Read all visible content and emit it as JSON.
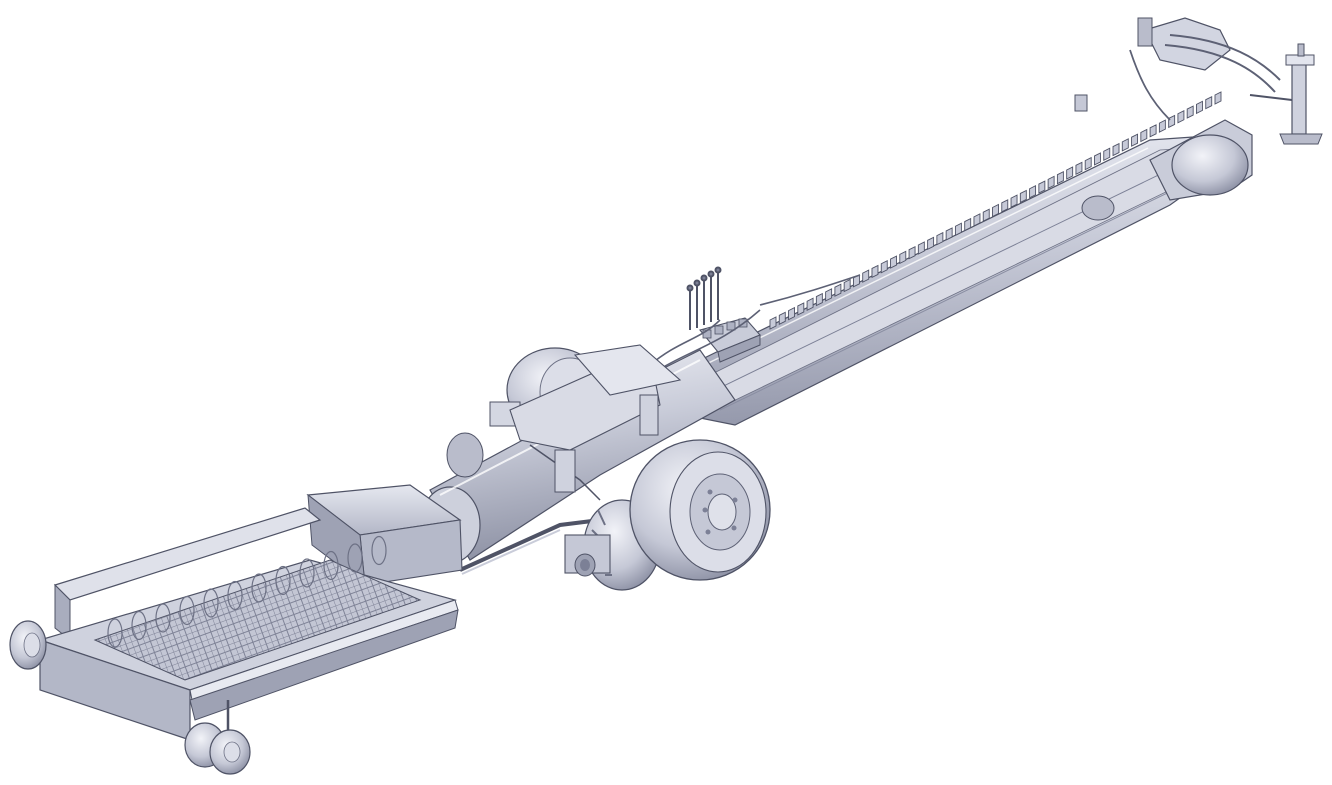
{
  "scene": {
    "background": "#ffffff",
    "part_colors": {
      "base": "#b9bccb",
      "light": "#dfe1ea",
      "highlight": "#f2f3f8",
      "mid": "#a3a7b8",
      "shadow": "#7c8096",
      "dark": "#5d6175",
      "outline": "#4f5366"
    },
    "components": [
      "hopper",
      "hopper-grate",
      "front-caster-wheels",
      "rear-caster-wheel",
      "transition-housing",
      "main-tube",
      "auger-boom",
      "flight-ladder",
      "hydraulic-valve-bank",
      "control-levers",
      "main-wheel-left",
      "main-wheel-right",
      "drive-wheel",
      "head-drive",
      "jack-stand"
    ]
  }
}
